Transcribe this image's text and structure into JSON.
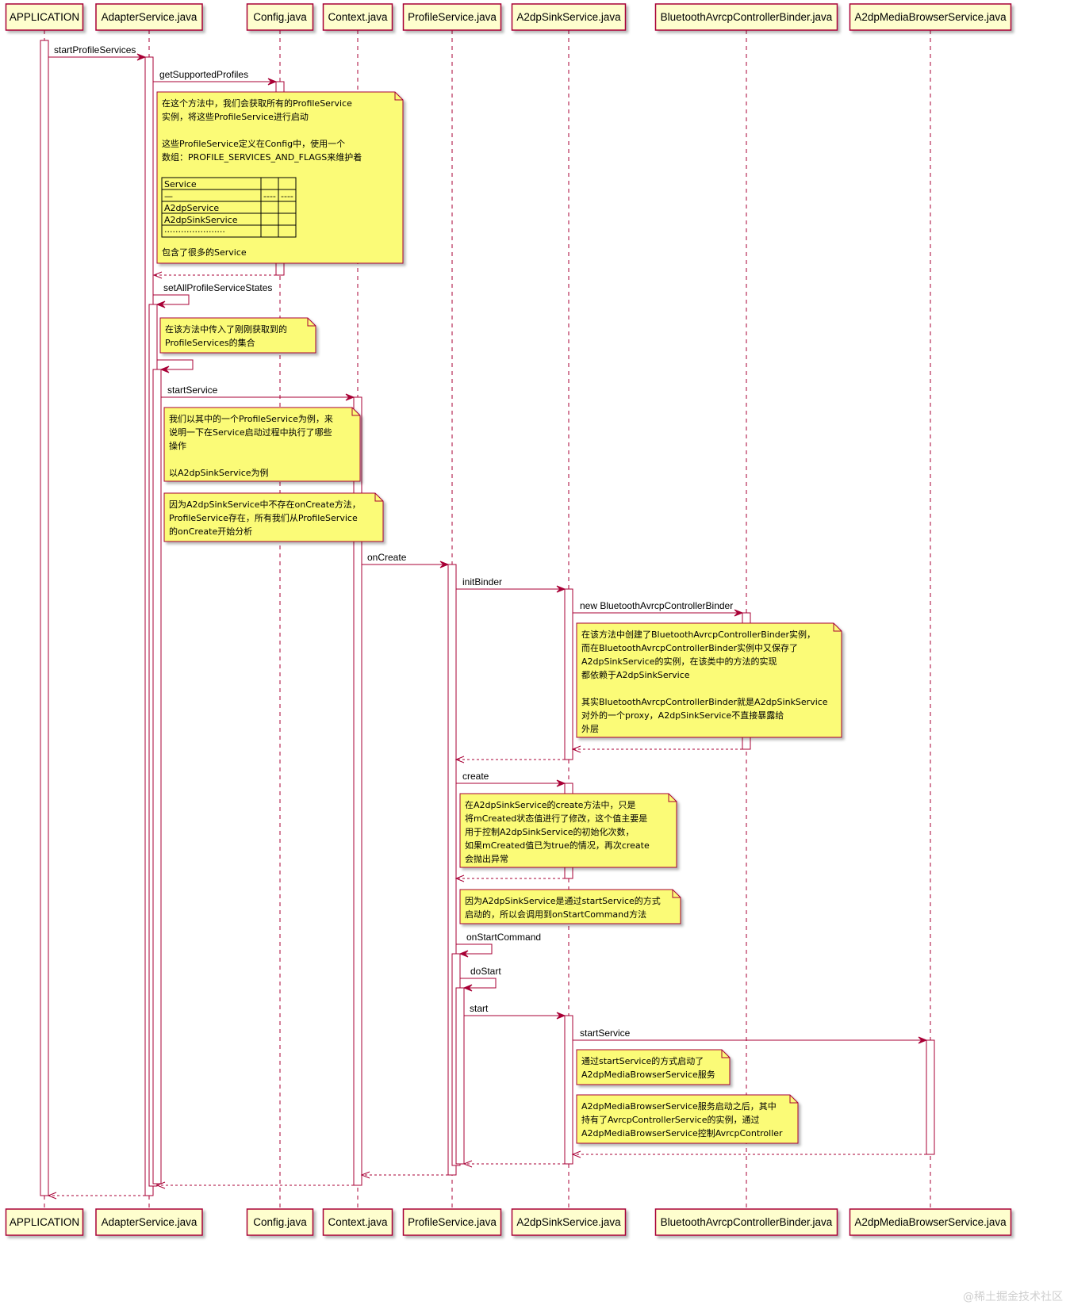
{
  "participants": [
    {
      "id": "app",
      "label": "APPLICATION"
    },
    {
      "id": "adapter",
      "label": "AdapterService.java"
    },
    {
      "id": "config",
      "label": "Config.java"
    },
    {
      "id": "context",
      "label": "Context.java"
    },
    {
      "id": "profile",
      "label": "ProfileService.java"
    },
    {
      "id": "sink",
      "label": "A2dpSinkService.java"
    },
    {
      "id": "binder",
      "label": "BluetoothAvrcpControllerBinder.java"
    },
    {
      "id": "browser",
      "label": "A2dpMediaBrowserService.java"
    }
  ],
  "messages": [
    {
      "id": "m1",
      "label": "startProfileServices"
    },
    {
      "id": "m2",
      "label": "getSupportedProfiles"
    },
    {
      "id": "m3",
      "label": "setAllProfileServiceStates"
    },
    {
      "id": "m4",
      "label": ""
    },
    {
      "id": "m5",
      "label": "startService"
    },
    {
      "id": "m6",
      "label": "onCreate"
    },
    {
      "id": "m7",
      "label": "initBinder"
    },
    {
      "id": "m8",
      "label": "new BluetoothAvrcpControllerBinder"
    },
    {
      "id": "m9",
      "label": "create"
    },
    {
      "id": "m10",
      "label": "onStartCommand"
    },
    {
      "id": "m11",
      "label": "doStart"
    },
    {
      "id": "m12",
      "label": "start"
    },
    {
      "id": "m13",
      "label": "startService"
    }
  ],
  "notes": [
    {
      "id": "n1",
      "lines": [
        "在这个方法中，我们会获取所有的ProfileService",
        "实例，将这些ProfileService进行启动",
        "",
        "这些ProfileService定义在Config中，使用一个",
        "数组：PROFILE_SERVICES_AND_FLAGS来维护着"
      ],
      "after": [
        "包含了很多的Service"
      ],
      "table": {
        "rows": [
          [
            "Service",
            "",
            ""
          ],
          [
            "—",
            "----",
            "----"
          ],
          [
            "A2dpService",
            "",
            ""
          ],
          [
            "A2dpSinkService",
            "",
            ""
          ],
          [
            "······················",
            "",
            ""
          ]
        ]
      }
    },
    {
      "id": "n2",
      "lines": [
        "在该方法中传入了刚刚获取到的",
        "ProfileServices的集合"
      ]
    },
    {
      "id": "n3",
      "lines": [
        "我们以其中的一个ProfileService为例，来",
        "说明一下在Service启动过程中执行了哪些",
        "操作",
        "",
        "以A2dpSinkService为例"
      ]
    },
    {
      "id": "n4",
      "lines": [
        "因为A2dpSinkService中不存在onCreate方法，",
        "ProfileService存在，所有我们从ProfileService",
        "的onCreate开始分析"
      ]
    },
    {
      "id": "n5",
      "lines": [
        "在该方法中创建了BluetoothAvrcpControllerBinder实例，",
        "而在BluetoothAvrcpControllerBinder实例中又保存了",
        "A2dpSinkService的实例，在该类中的方法的实现",
        "都依赖于A2dpSinkService",
        "",
        "其实BluetoothAvrcpControllerBinder就是A2dpSinkService",
        "对外的一个proxy，A2dpSinkService不直接暴露给",
        "外层"
      ]
    },
    {
      "id": "n6",
      "lines": [
        "在A2dpSinkService的create方法中，只是",
        "将mCreated状态值进行了修改，这个值主要是",
        "用于控制A2dpSinkService的初始化次数，",
        "如果mCreated值已为true的情况，再次create",
        "会抛出异常"
      ]
    },
    {
      "id": "n7",
      "lines": [
        "因为A2dpSinkService是通过startService的方式",
        "启动的，所以会调用到onStartCommand方法"
      ]
    },
    {
      "id": "n8",
      "lines": [
        "通过startService的方式启动了",
        "A2dpMediaBrowserService服务"
      ]
    },
    {
      "id": "n9",
      "lines": [
        "A2dpMediaBrowserService服务启动之后，其中",
        "持有了AvrcpControllerService的实例，通过",
        "A2dpMediaBrowserService控制AvrcpController"
      ]
    }
  ],
  "watermark": "@稀土掘金技术社区",
  "colors": {
    "line": "#a80036",
    "note_fill": "#fbfb77",
    "note_border": "#a80036",
    "box_fill": "#fefece",
    "life_fill": "#ffffff"
  }
}
